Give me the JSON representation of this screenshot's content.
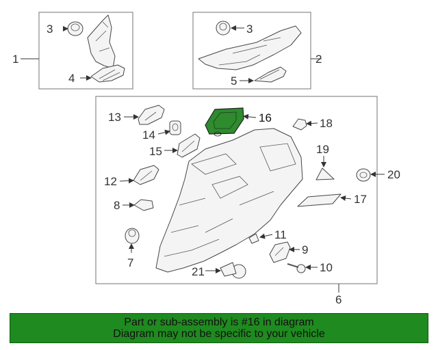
{
  "colors": {
    "highlight": "#2e8b2e",
    "banner": "#1f8a1f"
  },
  "callouts": {
    "c1": "1",
    "c2": "2",
    "c3a": "3",
    "c3b": "3",
    "c4": "4",
    "c5": "5",
    "c6": "6",
    "c7": "7",
    "c8": "8",
    "c9": "9",
    "c10": "10",
    "c11": "11",
    "c12": "12",
    "c13": "13",
    "c14": "14",
    "c15": "15",
    "c16": "16",
    "c17": "17",
    "c18": "18",
    "c19": "19",
    "c20": "20",
    "c21": "21"
  },
  "highlighted_part": "16",
  "banner": {
    "line1": "Part or sub-assembly is #16 in diagram",
    "line2": "Diagram may not be specific to your vehicle"
  }
}
